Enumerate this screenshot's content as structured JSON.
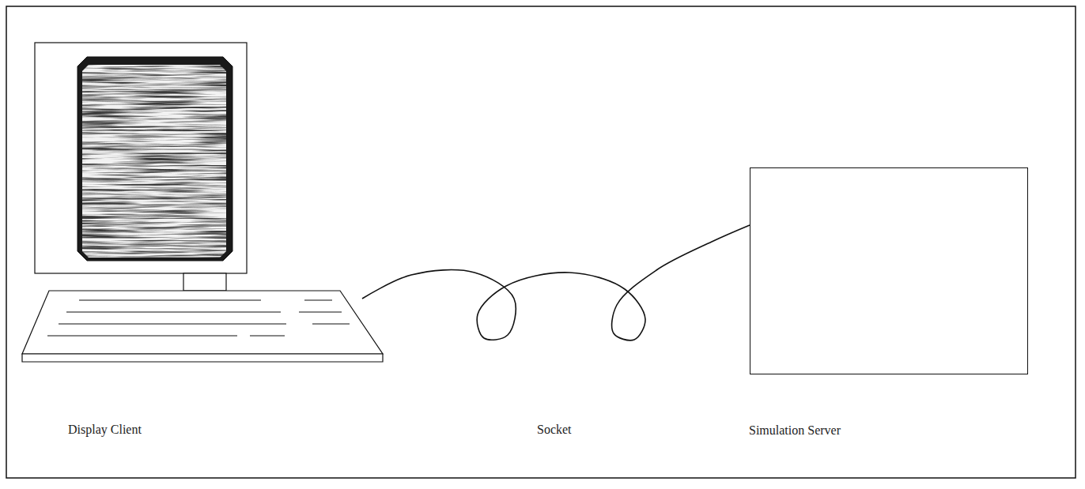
{
  "diagram": {
    "nodes": [
      {
        "text": [
          "Display Client"
        ]
      },
      {
        "text": [
          "Simulation Server"
        ]
      }
    ],
    "edges": [
      {
        "from": 0,
        "to": 1,
        "arrow": "none",
        "label": "Socket"
      }
    ]
  }
}
